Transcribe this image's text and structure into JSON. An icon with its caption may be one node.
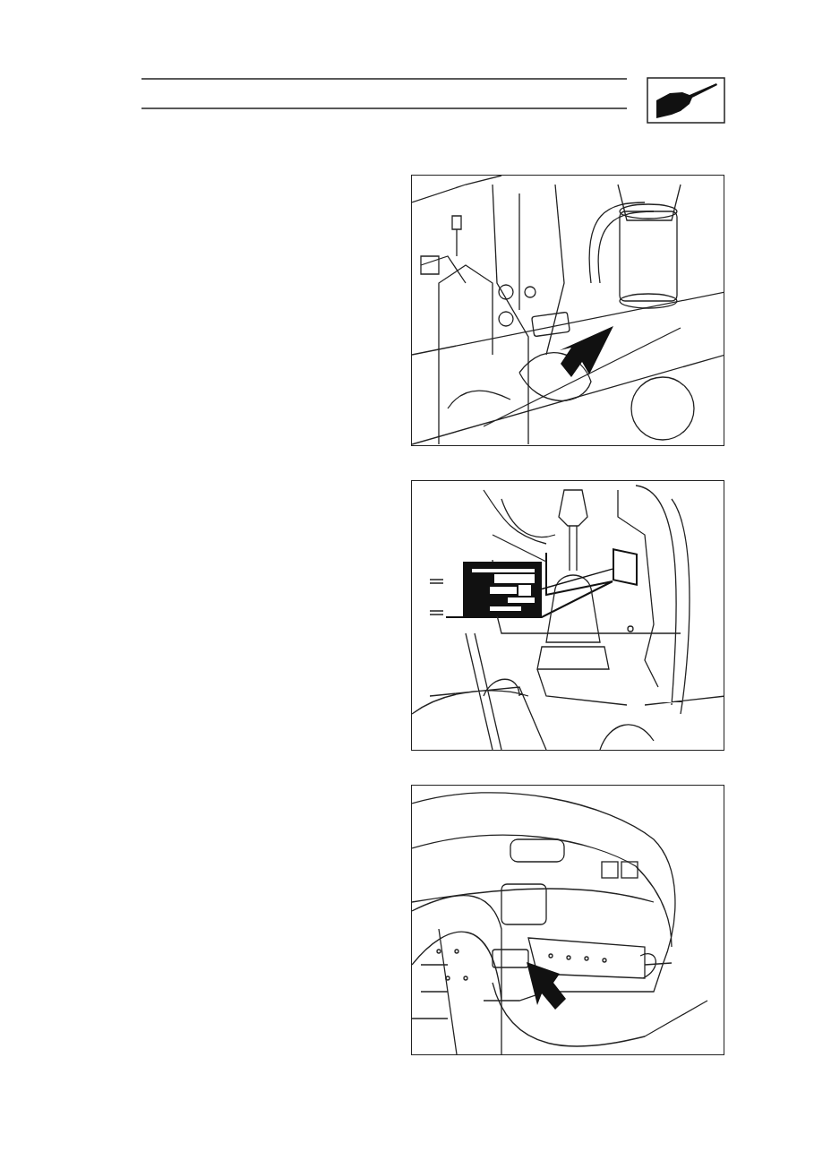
{
  "diagram": {
    "nodes": [
      {
        "text": [],
        "shape": "picture"
      },
      {
        "text": [],
        "shape": "picture"
      },
      {
        "text": [],
        "shape": "picture",
        "in": 1
      },
      {
        "text": [],
        "shape": "box",
        "in": 1
      },
      {
        "text": [],
        "shape": "picture"
      }
    ],
    "edges": [
      {
        "from": 2,
        "to": 3,
        "arrow": "none"
      }
    ]
  }
}
